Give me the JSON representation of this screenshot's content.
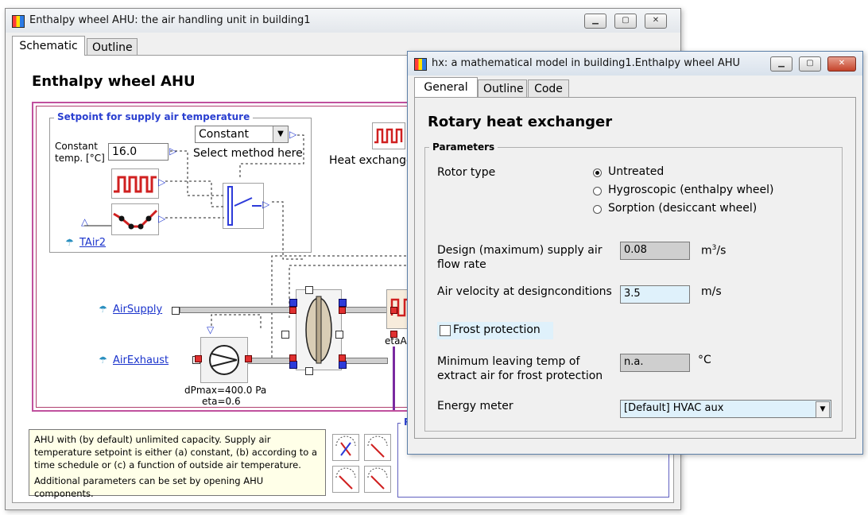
{
  "back_window": {
    "title": "Enthalpy wheel AHU: the air handling unit in building1",
    "tabs": [
      "Schematic",
      "Outline"
    ],
    "heading": "Enthalpy wheel AHU",
    "setpoint_group": {
      "title": "Setpoint for supply air temperature",
      "method_value": "Constant",
      "method_hint": "Select method here",
      "const_label_1": "Constant",
      "const_label_2": "temp. [°C]",
      "const_value": "16.0",
      "sensor_link": "TAir2"
    },
    "heat_exchanger_label": "Heat exchanger",
    "air_supply_link": "AirSupply",
    "air_exhaust_link": "AirExhaust",
    "fan_dp": "dPmax=400.0 Pa",
    "fan_eta": "eta=0.6",
    "eta_label": "etaAi",
    "r_label": "R",
    "info_text_1": "AHU with (by default) unlimited capacity. Supply air temperature setpoint is either (a) constant, (b) according to a time schedule or (c) a function of outside air temperature.",
    "info_text_2": "Additional parameters can be set by opening AHU components."
  },
  "front_window": {
    "title": "hx: a mathematical model in building1.Enthalpy wheel AHU",
    "tabs": [
      "General",
      "Outline",
      "Code"
    ],
    "heading": "Rotary heat exchanger",
    "params_title": "Parameters",
    "rotor_label": "Rotor type",
    "rotor_options": [
      "Untreated",
      "Hygroscopic (enthalpy wheel)",
      "Sorption (desiccant wheel)"
    ],
    "rotor_selected": "Untreated",
    "design_flow_label_1": "Design (maximum) supply air",
    "design_flow_label_2": "flow rate",
    "design_flow_value": "0.08",
    "design_flow_unit": "m",
    "design_flow_unit_sup": "3",
    "design_flow_unit_tail": "/s",
    "velocity_label": "Air velocity at designconditions",
    "velocity_value": "3.5",
    "velocity_unit": "m/s",
    "frost_label": "Frost protection",
    "frost_checked": false,
    "min_temp_label_1": "Minimum leaving temp of",
    "min_temp_label_2": "extract air for frost protection",
    "min_temp_value": "n.a.",
    "min_temp_unit": "°C",
    "energy_label": "Energy meter",
    "energy_value": "[Default] HVAC aux"
  },
  "colors": {
    "link": "#1a33cc",
    "frame_outer": "#c0509e",
    "frame_inner": "#b04070",
    "port_red": "#e03030",
    "port_blue": "#2d3bd9",
    "purple_line": "#7a2aa0",
    "field_blue": "#dff1fb",
    "field_gray": "#cfcfcf",
    "info_bg": "#ffffe8"
  },
  "icons": [
    "app-icon",
    "minimize-icon",
    "maximize-icon",
    "close-icon",
    "dropdown-arrow-icon",
    "schedule-icon",
    "curve-icon",
    "switch-icon",
    "weather-icon",
    "fan-icon",
    "wheel-icon",
    "heater-icon",
    "meter-icon"
  ]
}
